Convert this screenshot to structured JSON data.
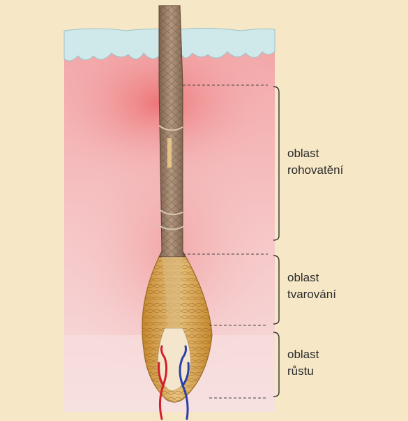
{
  "labels": {
    "keratinization": {
      "line1": "oblast",
      "line2": "rohovatění"
    },
    "shaping": {
      "line1": "oblast",
      "line2": "tvarování"
    },
    "growth": {
      "line1": "oblast",
      "line2": "růstu"
    }
  },
  "colors": {
    "background": "#f6e7c6",
    "epidermis": "#cfe8ea",
    "skin_pink": "#f4c3c2",
    "skin_red": "#ee7a7a",
    "hair_shaft": "#9a7b63",
    "follicle_gold": "#d9a64a",
    "artery": "#d21f2a",
    "vein": "#2a3fa8",
    "bracket": "#333333"
  }
}
